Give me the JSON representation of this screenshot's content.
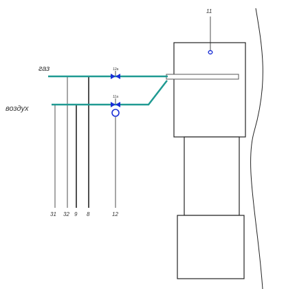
{
  "labels": {
    "gas": "газ",
    "air": "воздух"
  },
  "callouts": {
    "c11": "11",
    "c12": "12",
    "c11a": "11а",
    "c12a": "12а",
    "c31": "31",
    "c32": "32",
    "c9": "9",
    "c8": "8"
  },
  "colors": {
    "pipe": "#1f9a92",
    "valve": "#1a2fd6",
    "line": "#222222"
  }
}
